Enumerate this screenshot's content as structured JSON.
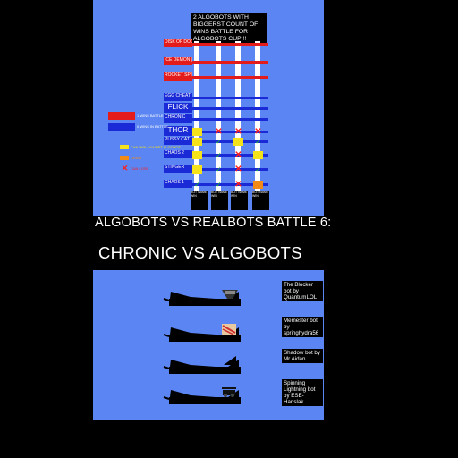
{
  "bracket_note": "2 ALGOBOTS WITH BIGGERST COUNT OF WINS BATTLE FOR ALGOBOTS CUP!!!",
  "red_lines": [
    {
      "label": "DISK OF DOOM (1)"
    },
    {
      "label": "ICE DEMON (1)"
    },
    {
      "label": "ROCKET SPINNER (1)"
    }
  ],
  "blue_lines": [
    {
      "label": "EGG CHEAT",
      "big": false
    },
    {
      "label": "FLICK",
      "big": true
    },
    {
      "label": "CHRONIC",
      "big": false
    },
    {
      "label": "THOR",
      "big": true
    },
    {
      "label": "PUSSY CAT",
      "big": false
    },
    {
      "label": "CHAOS 2",
      "big": false
    },
    {
      "label": "STINGER",
      "big": false
    },
    {
      "label": "CHAOS 1",
      "big": false
    }
  ],
  "legend": [
    {
      "color": "#e41b1b",
      "text": "1 WINS BATTLE"
    },
    {
      "color": "#1a2ad6",
      "text": "0 WINS IN BATTLE"
    },
    {
      "color": "#f4e21a",
      "text": "CAN WIN AGAINST ALGOBOT"
    },
    {
      "color": "#f28a17",
      "text": "DRAW"
    },
    {
      "color": "#ff1f1f",
      "text": "CAN LOSE"
    }
  ],
  "footer_boxes": [
    "BOT NAME WIN",
    "BOT NAME WIN",
    "BOT NAME WIN",
    "BOT NAME WIN"
  ],
  "title_line1": "ALGOBOTS VS REALBOTS BATTLE 6:",
  "title_line2": "CHRONIC VS ALGOBOTS",
  "bots": [
    {
      "label": "The Blocker bot by QuantumLOL",
      "icon": "blocker-bot-icon"
    },
    {
      "label": "Memester bot by springhydra56",
      "icon": "memester-bot-icon"
    },
    {
      "label": "Shadow bot by Mr Aidan",
      "icon": "shadow-bot-icon"
    },
    {
      "label": "Spinning Lightning bot by ESE-Harislak",
      "icon": "spinning-lightning-bot-icon"
    }
  ],
  "colors": {
    "panel": "#5b85f2",
    "red": "#e41b1b",
    "blue": "#1a2ad6"
  }
}
